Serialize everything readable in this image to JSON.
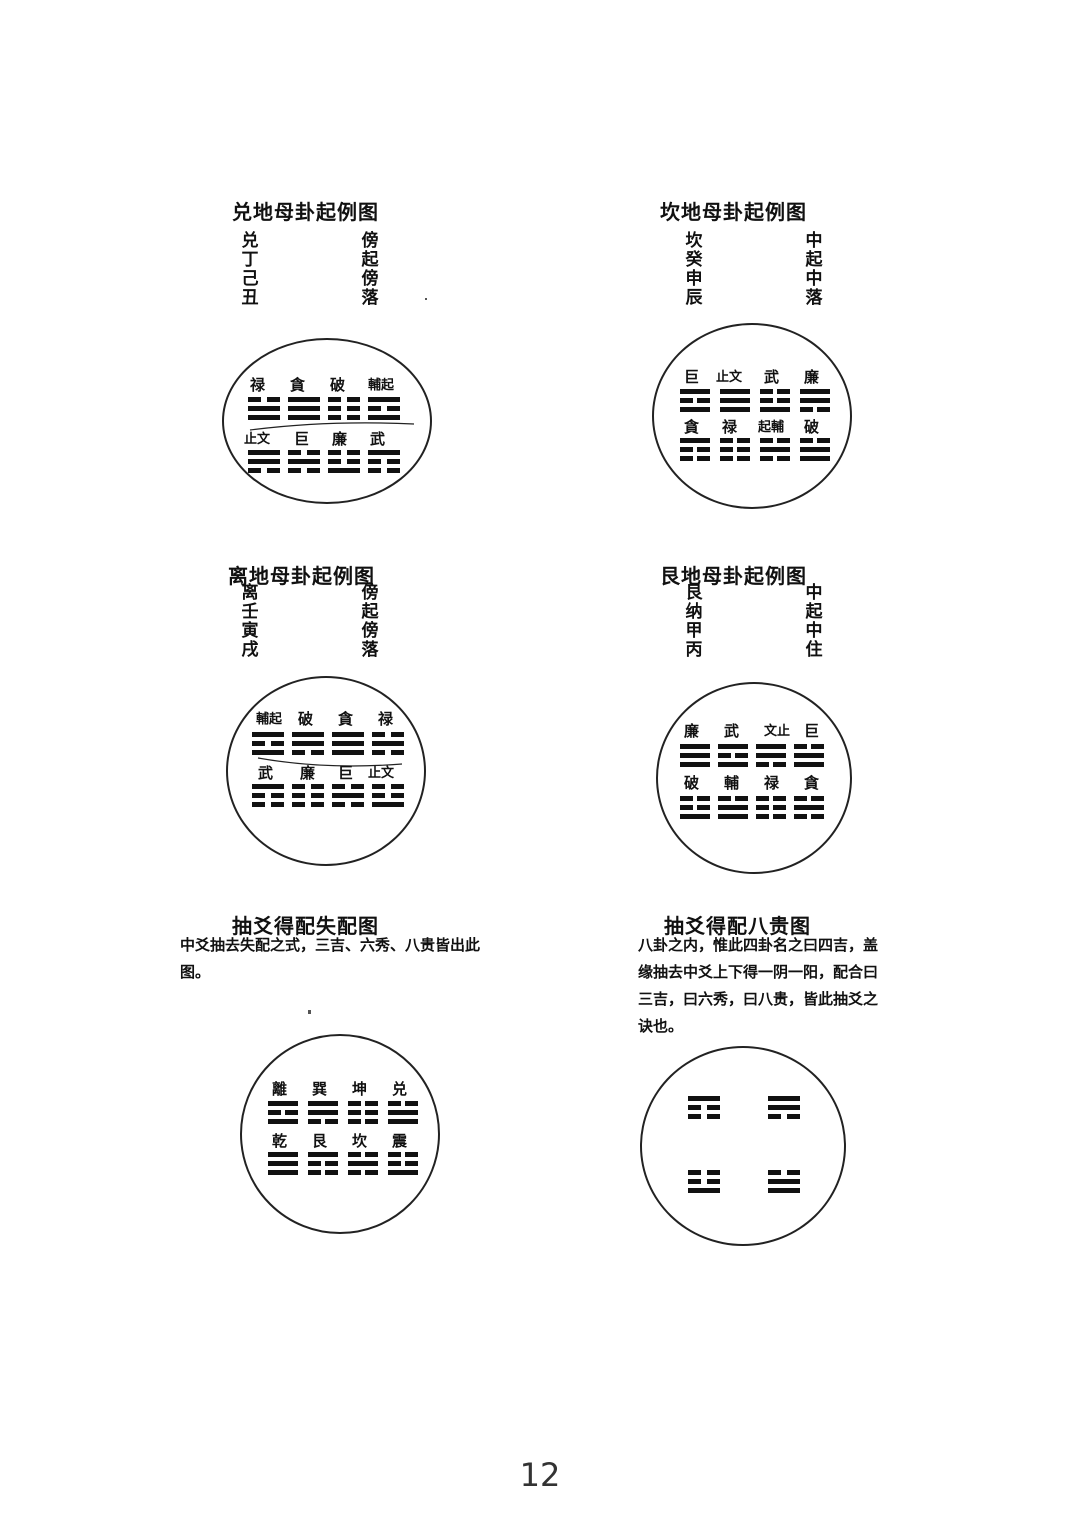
{
  "diagrams": [
    {
      "id": "dui",
      "title": "兑地母卦起例图",
      "left_col": [
        "兑",
        "丁",
        "己",
        "丑"
      ],
      "right_col": [
        "傍",
        "起",
        "傍",
        "落"
      ],
      "top_labels": [
        "禄",
        "貪",
        "破",
        "輔起"
      ],
      "bottom_labels": [
        "止文",
        "巨",
        "廉",
        "武"
      ]
    },
    {
      "id": "kan",
      "title": "坎地母卦起例图",
      "left_col": [
        "坎",
        "癸",
        "申",
        "辰"
      ],
      "right_col": [
        "中",
        "起",
        "中",
        "落"
      ],
      "top_labels": [
        "巨",
        "止文",
        "武",
        "廉"
      ],
      "bottom_labels": [
        "貪",
        "禄",
        "起輔",
        "破"
      ]
    },
    {
      "id": "li",
      "title": "离地母卦起例图",
      "left_col": [
        "离",
        "壬",
        "寅",
        "戌"
      ],
      "right_col": [
        "傍",
        "起",
        "傍",
        "落"
      ],
      "top_labels": [
        "輔起",
        "破",
        "貪",
        "禄"
      ],
      "bottom_labels": [
        "武",
        "廉",
        "巨",
        "止文"
      ]
    },
    {
      "id": "gen",
      "title": "艮地母卦起例图",
      "left_col": [
        "艮",
        "纳",
        "甲",
        "丙"
      ],
      "right_col": [
        "中",
        "起",
        "中",
        "住"
      ],
      "top_labels": [
        "廉",
        "武",
        "文止",
        "巨"
      ],
      "bottom_labels": [
        "破",
        "輔",
        "禄",
        "貪"
      ]
    }
  ],
  "lower_left": {
    "title": "抽爻得配失配图",
    "caption": "中爻抽去失配之式，三吉、六秀、八贵皆出此图。",
    "top_labels": [
      "離",
      "巽",
      "坤",
      "兑"
    ],
    "bottom_labels": [
      "乾",
      "艮",
      "坎",
      "震"
    ]
  },
  "lower_right": {
    "title": "抽爻得配八贵图",
    "caption": "八卦之内，惟此四卦名之曰四吉，盖缘抽去中爻上下得一阴一阳，配合曰三吉，曰六秀，曰八贵，皆此抽爻之诀也。"
  },
  "page_number": "12"
}
